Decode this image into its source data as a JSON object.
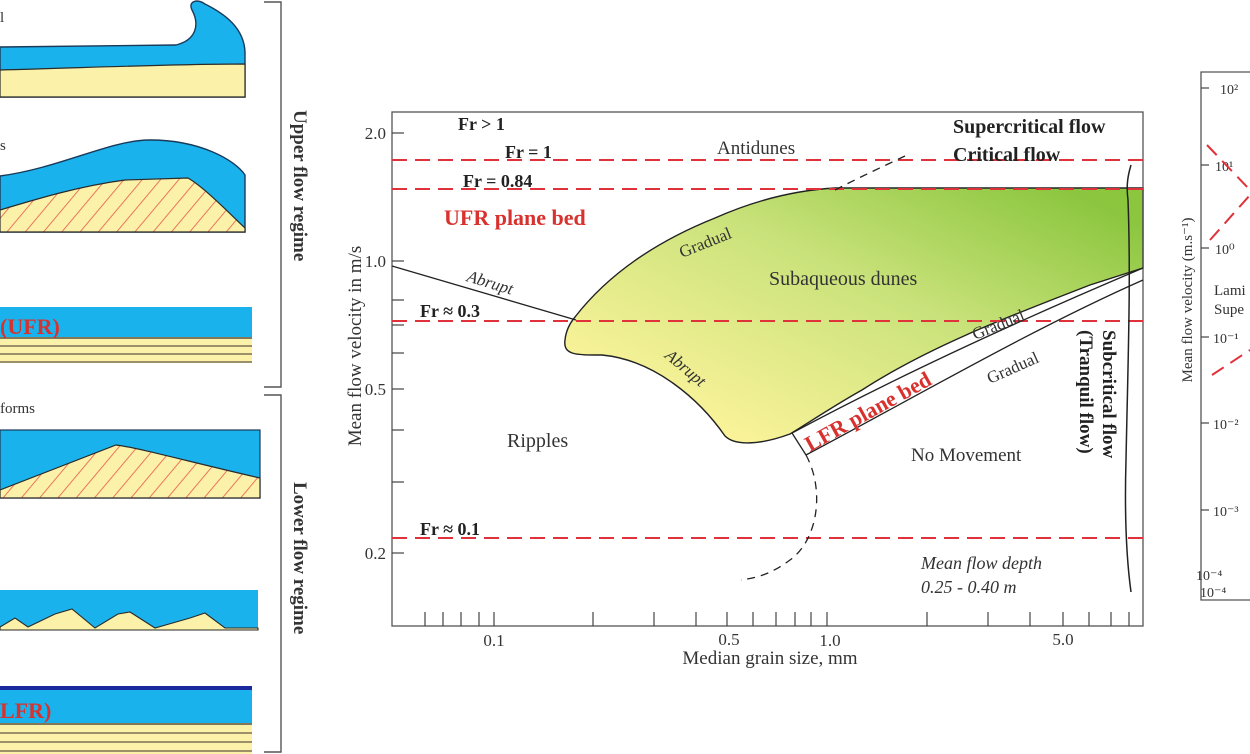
{
  "left_panel": {
    "cut_labels": {
      "top": "l",
      "second": "s",
      "third": "(UFR)",
      "fourth": "forms",
      "bottom": "LFR)"
    },
    "upper_regime_label": "Upper flow regime",
    "lower_regime_label": "Lower flow regime",
    "colors": {
      "water": "#1ab2ec",
      "sand": "#fbf1a8",
      "cross_bed": "#e8574a",
      "stripe": "#3b2f2a",
      "label_red": "#d8322f"
    }
  },
  "main_chart": {
    "x_axis": {
      "title": "Median grain size, mm",
      "tick_labels": [
        "0.1",
        "0.5",
        "1.0",
        "5.0"
      ]
    },
    "y_axis": {
      "title": "Mean flow velocity in m/s",
      "tick_labels": [
        "2.0",
        "1.0",
        "0.5",
        "0.2"
      ]
    },
    "froude_lines": [
      {
        "id": "fr-gt-1",
        "label": "Fr > 1"
      },
      {
        "id": "fr-1",
        "label": "Fr = 1"
      },
      {
        "id": "fr-084",
        "label": "Fr = 0.84"
      },
      {
        "id": "fr-03",
        "label": "Fr ≈ 0.3"
      },
      {
        "id": "fr-01",
        "label": "Fr ≈ 0.1"
      }
    ],
    "regions": {
      "antidunes": "Antidunes",
      "supercritical": "Supercritical flow",
      "critical": "Critical flow",
      "ufr_plane_bed": "UFR plane bed",
      "subaqueous_dunes": "Subaqueous dunes",
      "ripples": "Ripples",
      "lfr_plane_bed": "LFR plane bed",
      "no_movement": "No Movement",
      "subcritical_1": "Subcritical flow",
      "subcritical_2": "(Tranquil flow)"
    },
    "boundary_labels": {
      "abrupt_upper": "Abrupt",
      "abrupt_lower": "Abrupt",
      "gradual_top": "Gradual",
      "gradual_right": "Gradual",
      "gradual_lower": "Gradual"
    },
    "depth_note": {
      "line1": "Mean flow depth",
      "line2": "0.25 - 0.40 m"
    },
    "colors": {
      "frame": "#555555",
      "dashed_red": "#e0323a",
      "red_text": "#d8322f",
      "dune_light": "#fbf39a",
      "dune_dark": "#8cc63f"
    }
  },
  "right_panel": {
    "y_axis_title": "Mean flow velocity (m.s⁻¹)",
    "tick_labels": [
      "10²",
      "10¹",
      "10⁰",
      "10⁻¹",
      "10⁻²",
      "10⁻³",
      "10⁻⁴"
    ],
    "x_first_tick": "10⁻⁴",
    "cut_text_1": "Lami",
    "cut_text_2": "Supe"
  }
}
